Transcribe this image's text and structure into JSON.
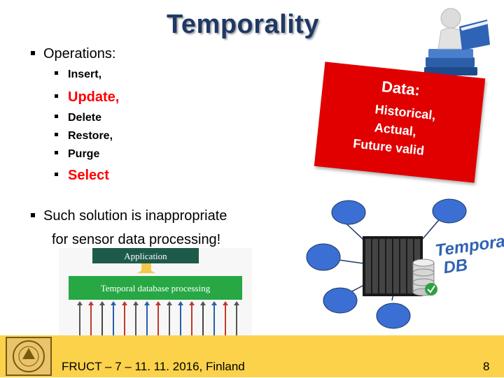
{
  "title": "Temporality",
  "operations": {
    "heading": "Operations:",
    "items": [
      "Insert,",
      "Update,",
      "Delete",
      "Restore,",
      "Purge"
    ],
    "select": "Select"
  },
  "data_box": {
    "line1": "Data:",
    "line2": "Historical,",
    "line3": "Actual,",
    "line4": "Future valid"
  },
  "statement": {
    "line1": "Such solution is inappropriate",
    "line2": "for sensor data processing!"
  },
  "diagram": {
    "top_label": "Application",
    "bar_label": "Temporal database processing"
  },
  "temporal_db": {
    "line1": "Temporal",
    "line2": "DB"
  },
  "footer": {
    "text": "FRUCT – 7 – 11. 11. 2016, Finland",
    "page": "8"
  },
  "colors": {
    "title": "#1f3864",
    "accent_red": "#ff0000",
    "footer_bg": "#fbd24a",
    "diagram_green": "#27a844",
    "diagram_dark": "#1e5a4a",
    "node_blue": "#3b6fd4"
  }
}
